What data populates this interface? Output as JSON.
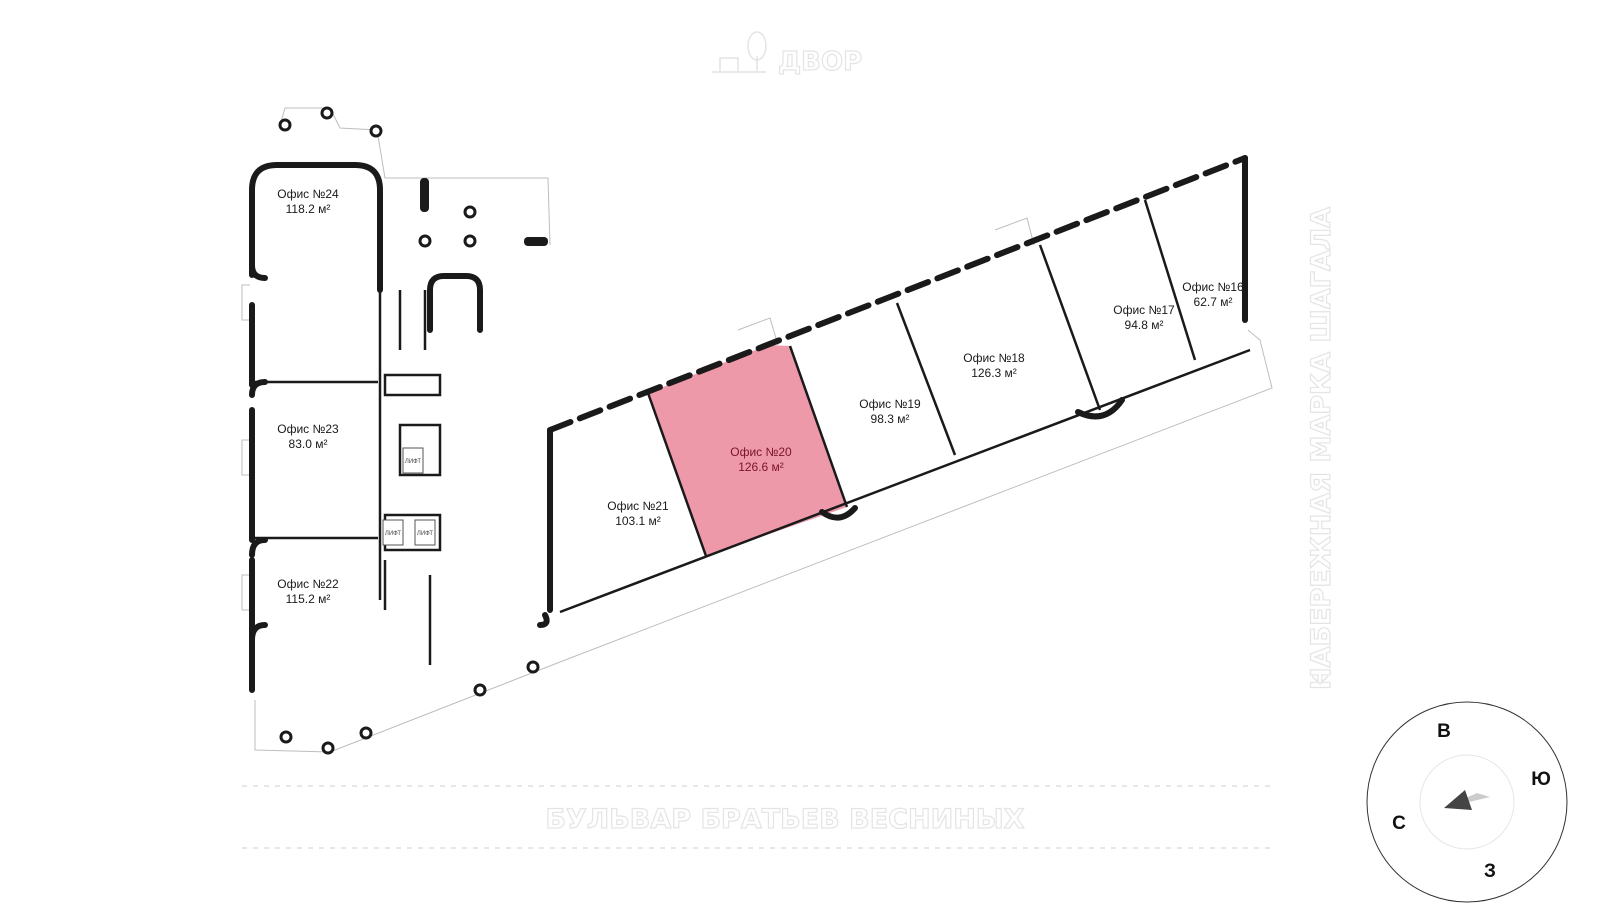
{
  "labels": {
    "courtyard": "ДВОР",
    "embankment": "НАБЕРЕЖНАЯ МАРКА ШАГАЛА",
    "boulevard": "БУЛЬВАР БРАТЬЕВ ВЕСНИНЫХ",
    "lift": "ЛИФТ"
  },
  "highlight_color": "#ea7f95",
  "offices": [
    {
      "name": "Офис №24",
      "area": "118.2 м²",
      "selected": false
    },
    {
      "name": "Офис №23",
      "area": "83.0 м²",
      "selected": false
    },
    {
      "name": "Офис №22",
      "area": "115.2 м²",
      "selected": false
    },
    {
      "name": "Офис №21",
      "area": "103.1 м²",
      "selected": false
    },
    {
      "name": "Офис №20",
      "area": "126.6 м²",
      "selected": true
    },
    {
      "name": "Офис №19",
      "area": "98.3 м²",
      "selected": false
    },
    {
      "name": "Офис №18",
      "area": "126.3 м²",
      "selected": false
    },
    {
      "name": "Офис №17",
      "area": "94.8 м²",
      "selected": false
    },
    {
      "name": "Офис №16",
      "area": "62.7 м²",
      "selected": false
    }
  ],
  "compass": {
    "north": "С",
    "east": "В",
    "south": "Ю",
    "west": "З"
  }
}
